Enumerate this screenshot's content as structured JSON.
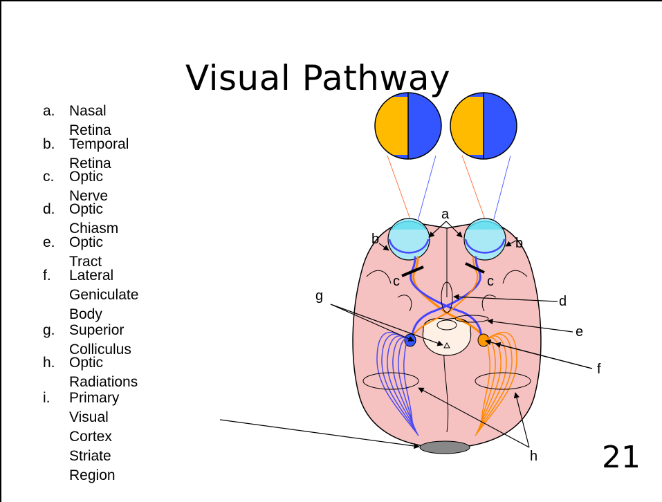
{
  "slide": {
    "title": "Visual Pathway",
    "page_number": "21"
  },
  "legend": [
    {
      "marker": "a.",
      "text": "Nasal Retina"
    },
    {
      "marker": "b.",
      "text": "Temporal Retina"
    },
    {
      "marker": "c.",
      "text": "Optic Nerve"
    },
    {
      "marker": "d.",
      "text": "Optic Chiasm"
    },
    {
      "marker": "e.",
      "text": "Optic Tract"
    },
    {
      "marker": "f.",
      "text": "Lateral Geniculate\nBody"
    },
    {
      "marker": "g.",
      "text": "Superior Colliculus"
    },
    {
      "marker": "h.",
      "text": "Optic Radiations"
    },
    {
      "marker": "i.",
      "text": "Primary Visual\nCortex Striate\nRegion"
    }
  ],
  "diagram_labels": {
    "a": "a",
    "b_left": "b",
    "b_right": "b",
    "c_left": "c",
    "c_right": "c",
    "d": "d",
    "e": "e",
    "f": "f",
    "g": "g",
    "h": "h"
  },
  "colors": {
    "visual_field_left_half": "#FFBB00",
    "visual_field_right_half": "#3355FF",
    "brain": "#F6C1C1",
    "eyeball": "#A9E8F5",
    "nasal_fibers": "#4444FF",
    "temporal_fibers": "#FF8800",
    "striate_cortex": "#888888"
  }
}
